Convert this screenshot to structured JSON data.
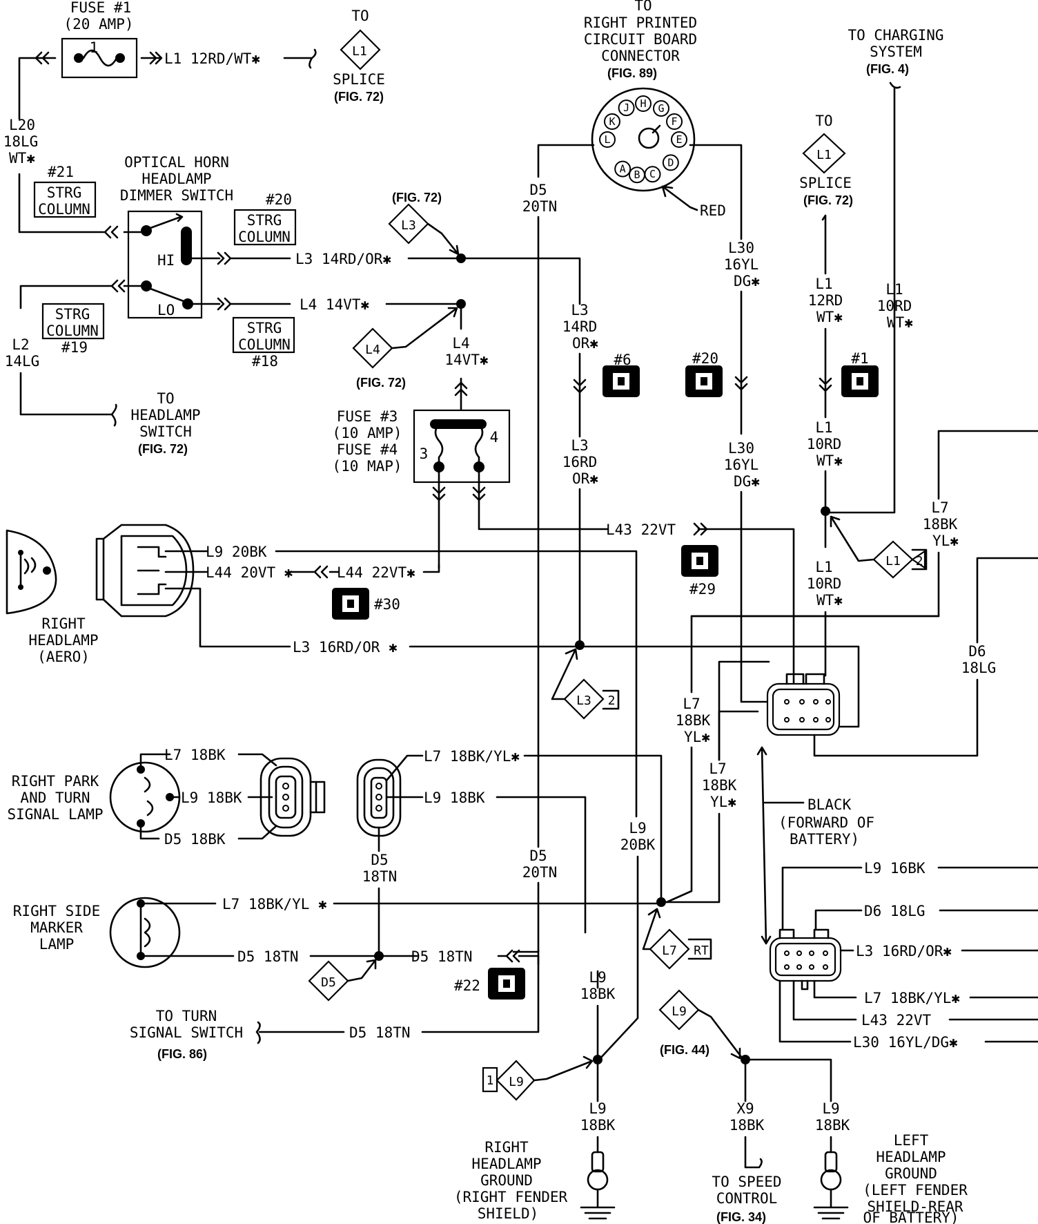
{
  "fuse1": {
    "title": "FUSE #1",
    "rating": "(20 AMP)",
    "num": "1"
  },
  "l1_top": {
    "label": "L1 12RD/WT✱"
  },
  "splice_top": {
    "to": "TO",
    "diamond": "L1",
    "name": "SPLICE",
    "fig": "(FIG. 72)"
  },
  "rpcb": {
    "line1": "TO",
    "line2": "RIGHT PRINTED",
    "line3": "CIRCUIT BOARD",
    "line4": "CONNECTOR",
    "fig": "(FIG. 89)",
    "pins": [
      "A",
      "B",
      "C",
      "D",
      "E",
      "F",
      "G",
      "H",
      "J",
      "K",
      "L"
    ],
    "red": "RED"
  },
  "charging": {
    "line1": "TO CHARGING",
    "line2": "SYSTEM",
    "fig": "(FIG. 4)"
  },
  "l20": {
    "l1": "L20",
    "l2": "18LG",
    "l3": "WT✱"
  },
  "strg": {
    "a": "STRG",
    "b": "COLUMN",
    "n21": "#21",
    "n20": "#20",
    "n19": "#19",
    "n18": "#18"
  },
  "dimmer": {
    "l1": "OPTICAL HORN",
    "l2": "HEADLAMP",
    "l3": "DIMMER SWITCH",
    "hi": "HI",
    "lo": "LO"
  },
  "l3_top": {
    "label": "L3 14RD/OR✱"
  },
  "l4_top": {
    "label": "L4 14VT✱"
  },
  "fig72": "(FIG. 72)",
  "fig44": "(FIG. 44)",
  "fig86": "(FIG. 86)",
  "fig34": "(FIG. 34)",
  "d5_top": {
    "l1": "D5",
    "l2": "20TN"
  },
  "l30_top": {
    "l1": "L30",
    "l2": "16YL",
    "l3": "DG✱"
  },
  "splice_right": {
    "to": "TO",
    "diamond": "L1",
    "name": "SPLICE"
  },
  "l1_12rd": {
    "l1": "L1",
    "l2": "12RD",
    "l3": "WT✱"
  },
  "l1_10rd_a": {
    "l1": "L1",
    "l2": "10RD",
    "l3": "WT✱"
  },
  "l2_14lg": {
    "l1": "L2",
    "l2": "14LG"
  },
  "headlamp_switch": {
    "to": "TO",
    "l1": "HEADLAMP",
    "l2": "SWITCH",
    "fig": "(FIG. 72)"
  },
  "l3_14rd": {
    "l1": "L3",
    "l2": "14RD",
    "l3": "OR✱"
  },
  "l4_14vt": {
    "l1": "L4",
    "l2": "14VT✱"
  },
  "conn": {
    "n6": "#6",
    "n20": "#20",
    "n1": "#1",
    "n30": "#30",
    "n29": "#29",
    "n22": "#22"
  },
  "fuse34": {
    "l1": "FUSE #3",
    "l2": "(10 AMP)",
    "l3": "FUSE #4",
    "l4": "(10 MAP)",
    "p3": "3",
    "p4": "4"
  },
  "l3_16rd": {
    "l1": "L3",
    "l2": "16RD",
    "l3": "OR✱"
  },
  "l30_mid": {
    "l1": "L30",
    "l2": "16YL",
    "l3": "DG✱"
  },
  "l1_10rd_b": {
    "l1": "L1",
    "l2": "10RD",
    "l3": "WT✱"
  },
  "l1_10rd_c": {
    "l1": "L1",
    "l2": "10RD",
    "l3": "WT✱"
  },
  "l7_right": {
    "l1": "L7",
    "l2": "18BK",
    "l3": "YL✱"
  },
  "l43": {
    "label": "L43 22VT"
  },
  "l9_20bk": {
    "label": "L9 20BK"
  },
  "l44": {
    "label": "L44 20VT ✱",
    "label2": "L44 22VT✱"
  },
  "headlamp_aero": {
    "l1": "RIGHT",
    "l2": "HEADLAMP",
    "l3": "(AERO)"
  },
  "l3_long": {
    "label": "L3 16RD/OR ✱"
  },
  "d6": {
    "l1": "D6",
    "l2": "18LG"
  },
  "splice_l1_2": {
    "d": "L1",
    "n": "2"
  },
  "splice_l3_2": {
    "d": "L3",
    "n": "2"
  },
  "park": {
    "l1": "RIGHT PARK",
    "l2": "AND TURN",
    "l3": "SIGNAL LAMP",
    "w1": "L7 18BK",
    "w2": "L9 18BK",
    "w3": "D5 18BK"
  },
  "mid_conn": {
    "w1": "L7 18BK/YL✱",
    "w2": "L9 18BK",
    "d5a": "D5",
    "d5b": "18TN"
  },
  "l7_a": {
    "l1": "L7",
    "l2": "18BK",
    "l3": "YL✱"
  },
  "l7_b": {
    "l1": "L7",
    "l2": "18BK",
    "l3": "YL✱"
  },
  "black_conn": {
    "l1": "BLACK",
    "l2": "(FORWARD OF",
    "l3": "BATTERY)"
  },
  "l9_v": {
    "l1": "L9",
    "l2": "20BK"
  },
  "d5_mid": {
    "l1": "D5",
    "l2": "20TN"
  },
  "marker": {
    "l1": "RIGHT SIDE",
    "l2": "MARKER",
    "l3": "LAMP",
    "w1": "L7 18BK/YL ✱",
    "w2": "D5 18TN"
  },
  "d5_splice": {
    "d": "D5",
    "w": "D5 18TN"
  },
  "splice_l7rt": {
    "d": "L7",
    "n": "RT"
  },
  "right_conn": {
    "w1": "L9 16BK",
    "w2": "D6 18LG",
    "w3": "L3 16RD/OR✱",
    "w4": "L7 18BK/YL✱",
    "w5": "L43 22VT",
    "w6": "L30 16YL/DG✱"
  },
  "turn_switch": {
    "l1": "TO TURN",
    "l2": "SIGNAL SWITCH",
    "w": "D5 18TN"
  },
  "l9_18bk_a": {
    "l1": "L9",
    "l2": "18BK"
  },
  "splice_l9": {
    "d": "L9"
  },
  "splice_1l9": {
    "n": "1",
    "d": "L9"
  },
  "l9_18bk_b": {
    "l1": "L9",
    "l2": "18BK"
  },
  "x9": {
    "l1": "X9",
    "l2": "18BK"
  },
  "l9_18bk_c": {
    "l1": "L9",
    "l2": "18BK"
  },
  "rh_ground": {
    "l1": "RIGHT",
    "l2": "HEADLAMP",
    "l3": "GROUND",
    "l4": "(RIGHT FENDER",
    "l5": "SHIELD)"
  },
  "speed": {
    "l1": "TO SPEED",
    "l2": "CONTROL"
  },
  "lh_ground": {
    "l1": "LEFT",
    "l2": "HEADLAMP",
    "l3": "GROUND",
    "l4": "(LEFT FENDER",
    "l5": "SHIELD-REAR",
    "l6": "OF BATTERY)"
  }
}
